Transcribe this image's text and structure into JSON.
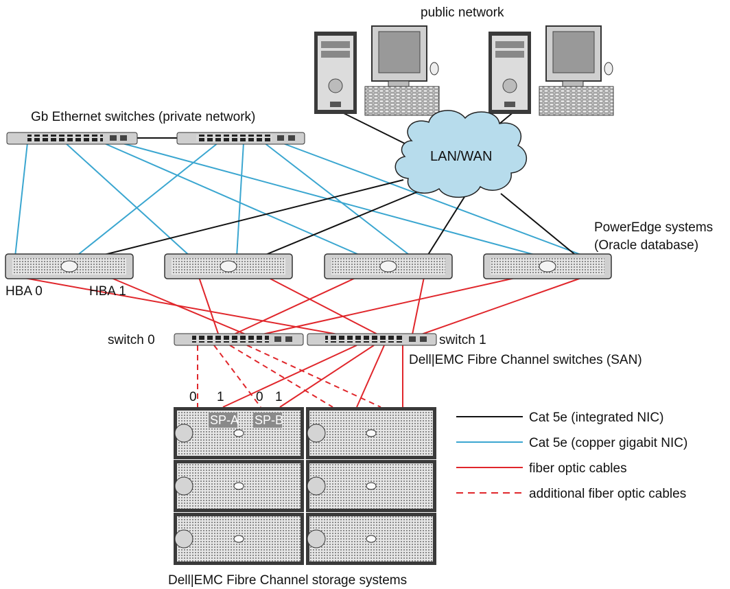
{
  "labels": {
    "public_network": "public network",
    "ethernet_switches": "Gb Ethernet switches (private network)",
    "lan_wan": "LAN/WAN",
    "poweredge_line1": "PowerEdge systems",
    "poweredge_line2": "(Oracle database)",
    "hba0": "HBA 0",
    "hba1": "HBA 1",
    "switch0": "switch 0",
    "switch1": "switch 1",
    "fc_switches": "Dell|EMC Fibre Channel switches (SAN)",
    "storage_systems": "Dell|EMC Fibre Channel storage systems",
    "port_a0": "0",
    "port_a1": "1",
    "port_b0": "0",
    "port_b1": "1",
    "sp_a": "SP-A",
    "sp_b": "SP-B"
  },
  "legend": [
    {
      "label": "Cat 5e (integrated NIC)",
      "color": "#111111",
      "style": "solid"
    },
    {
      "label": "Cat 5e (copper gigabit NIC)",
      "color": "#3aa6d0",
      "style": "solid"
    },
    {
      "label": "fiber optic cables",
      "color": "#e0262b",
      "style": "solid"
    },
    {
      "label": "additional fiber optic cables",
      "color": "#e0262b",
      "style": "dashed"
    }
  ],
  "colors": {
    "black_cable": "#111111",
    "blue_cable": "#3aa6d0",
    "red_cable": "#e0262b",
    "cloud_fill": "#b7dcec",
    "device_fill": "#cfcfcf",
    "device_dark": "#2a2a2a"
  }
}
